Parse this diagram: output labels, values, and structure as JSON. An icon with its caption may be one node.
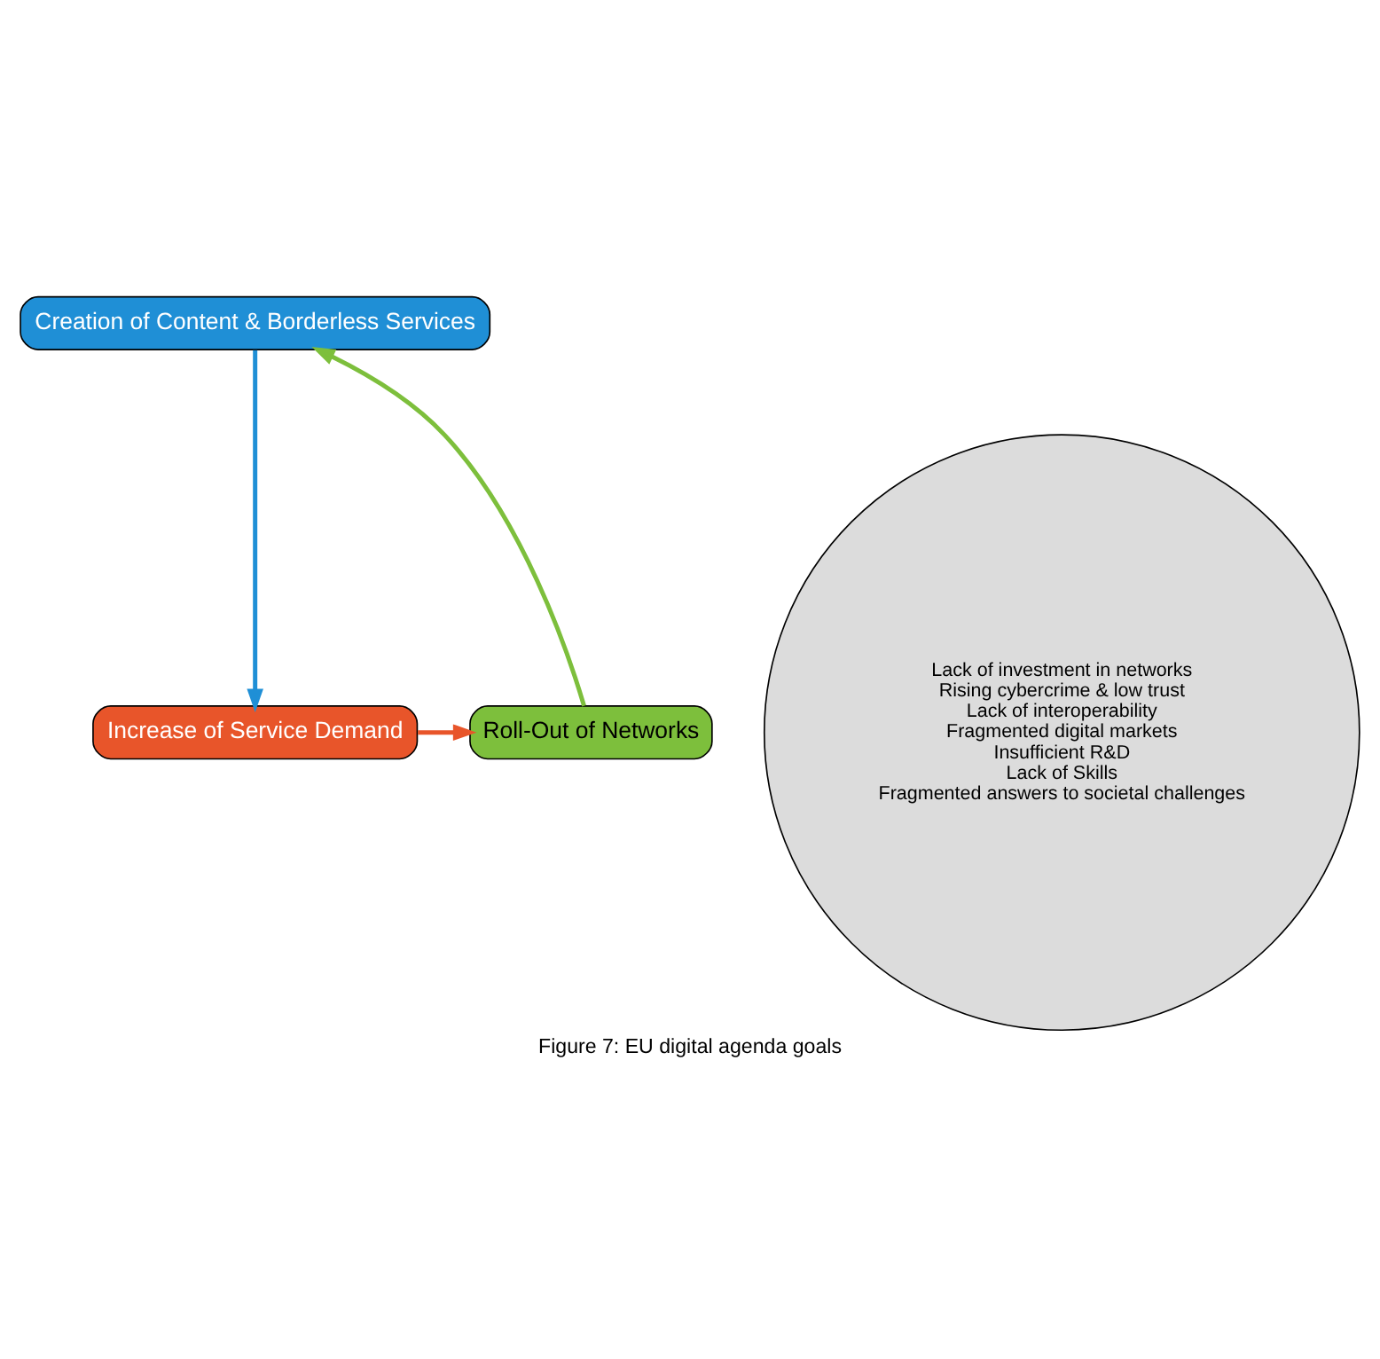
{
  "diagram": {
    "caption": "Figure 7: EU digital agenda goals",
    "nodes": [
      {
        "text": [
          "Creation of Content & Borderless Services"
        ]
      },
      {
        "text": [
          "Increase of Service Demand"
        ]
      },
      {
        "text": [
          "Roll-Out of Networks"
        ]
      },
      {
        "text": [
          "Lack of investment in networks",
          "Rising cybercrime & low trust",
          "Lack of interoperability",
          "Fragmented digital markets",
          "Insufficient R&D",
          "Lack of Skills",
          "Fragmented answers to societal challenges"
        ]
      }
    ],
    "edges": [
      {
        "from": 0,
        "to": 1,
        "arrow": "to",
        "color": "#1f8fd6"
      },
      {
        "from": 1,
        "to": 2,
        "arrow": "to",
        "color": "#e8552a"
      },
      {
        "from": 2,
        "to": 0,
        "arrow": "to",
        "color": "#7dbf3c"
      }
    ]
  }
}
